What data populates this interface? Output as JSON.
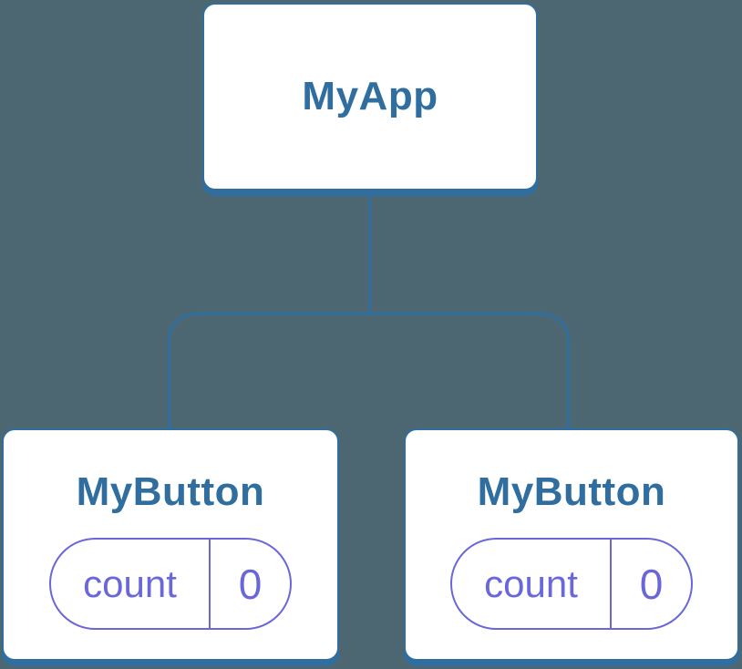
{
  "colors": {
    "bg": "#4C6772",
    "blue": "#2F6E9E",
    "purple": "#6A67DB",
    "node-bg": "#FFFFFF"
  },
  "tree": {
    "root": {
      "label": "MyApp"
    },
    "children": [
      {
        "label": "MyButton",
        "state": {
          "key": "count",
          "value": "0"
        }
      },
      {
        "label": "MyButton",
        "state": {
          "key": "count",
          "value": "0"
        }
      }
    ]
  }
}
